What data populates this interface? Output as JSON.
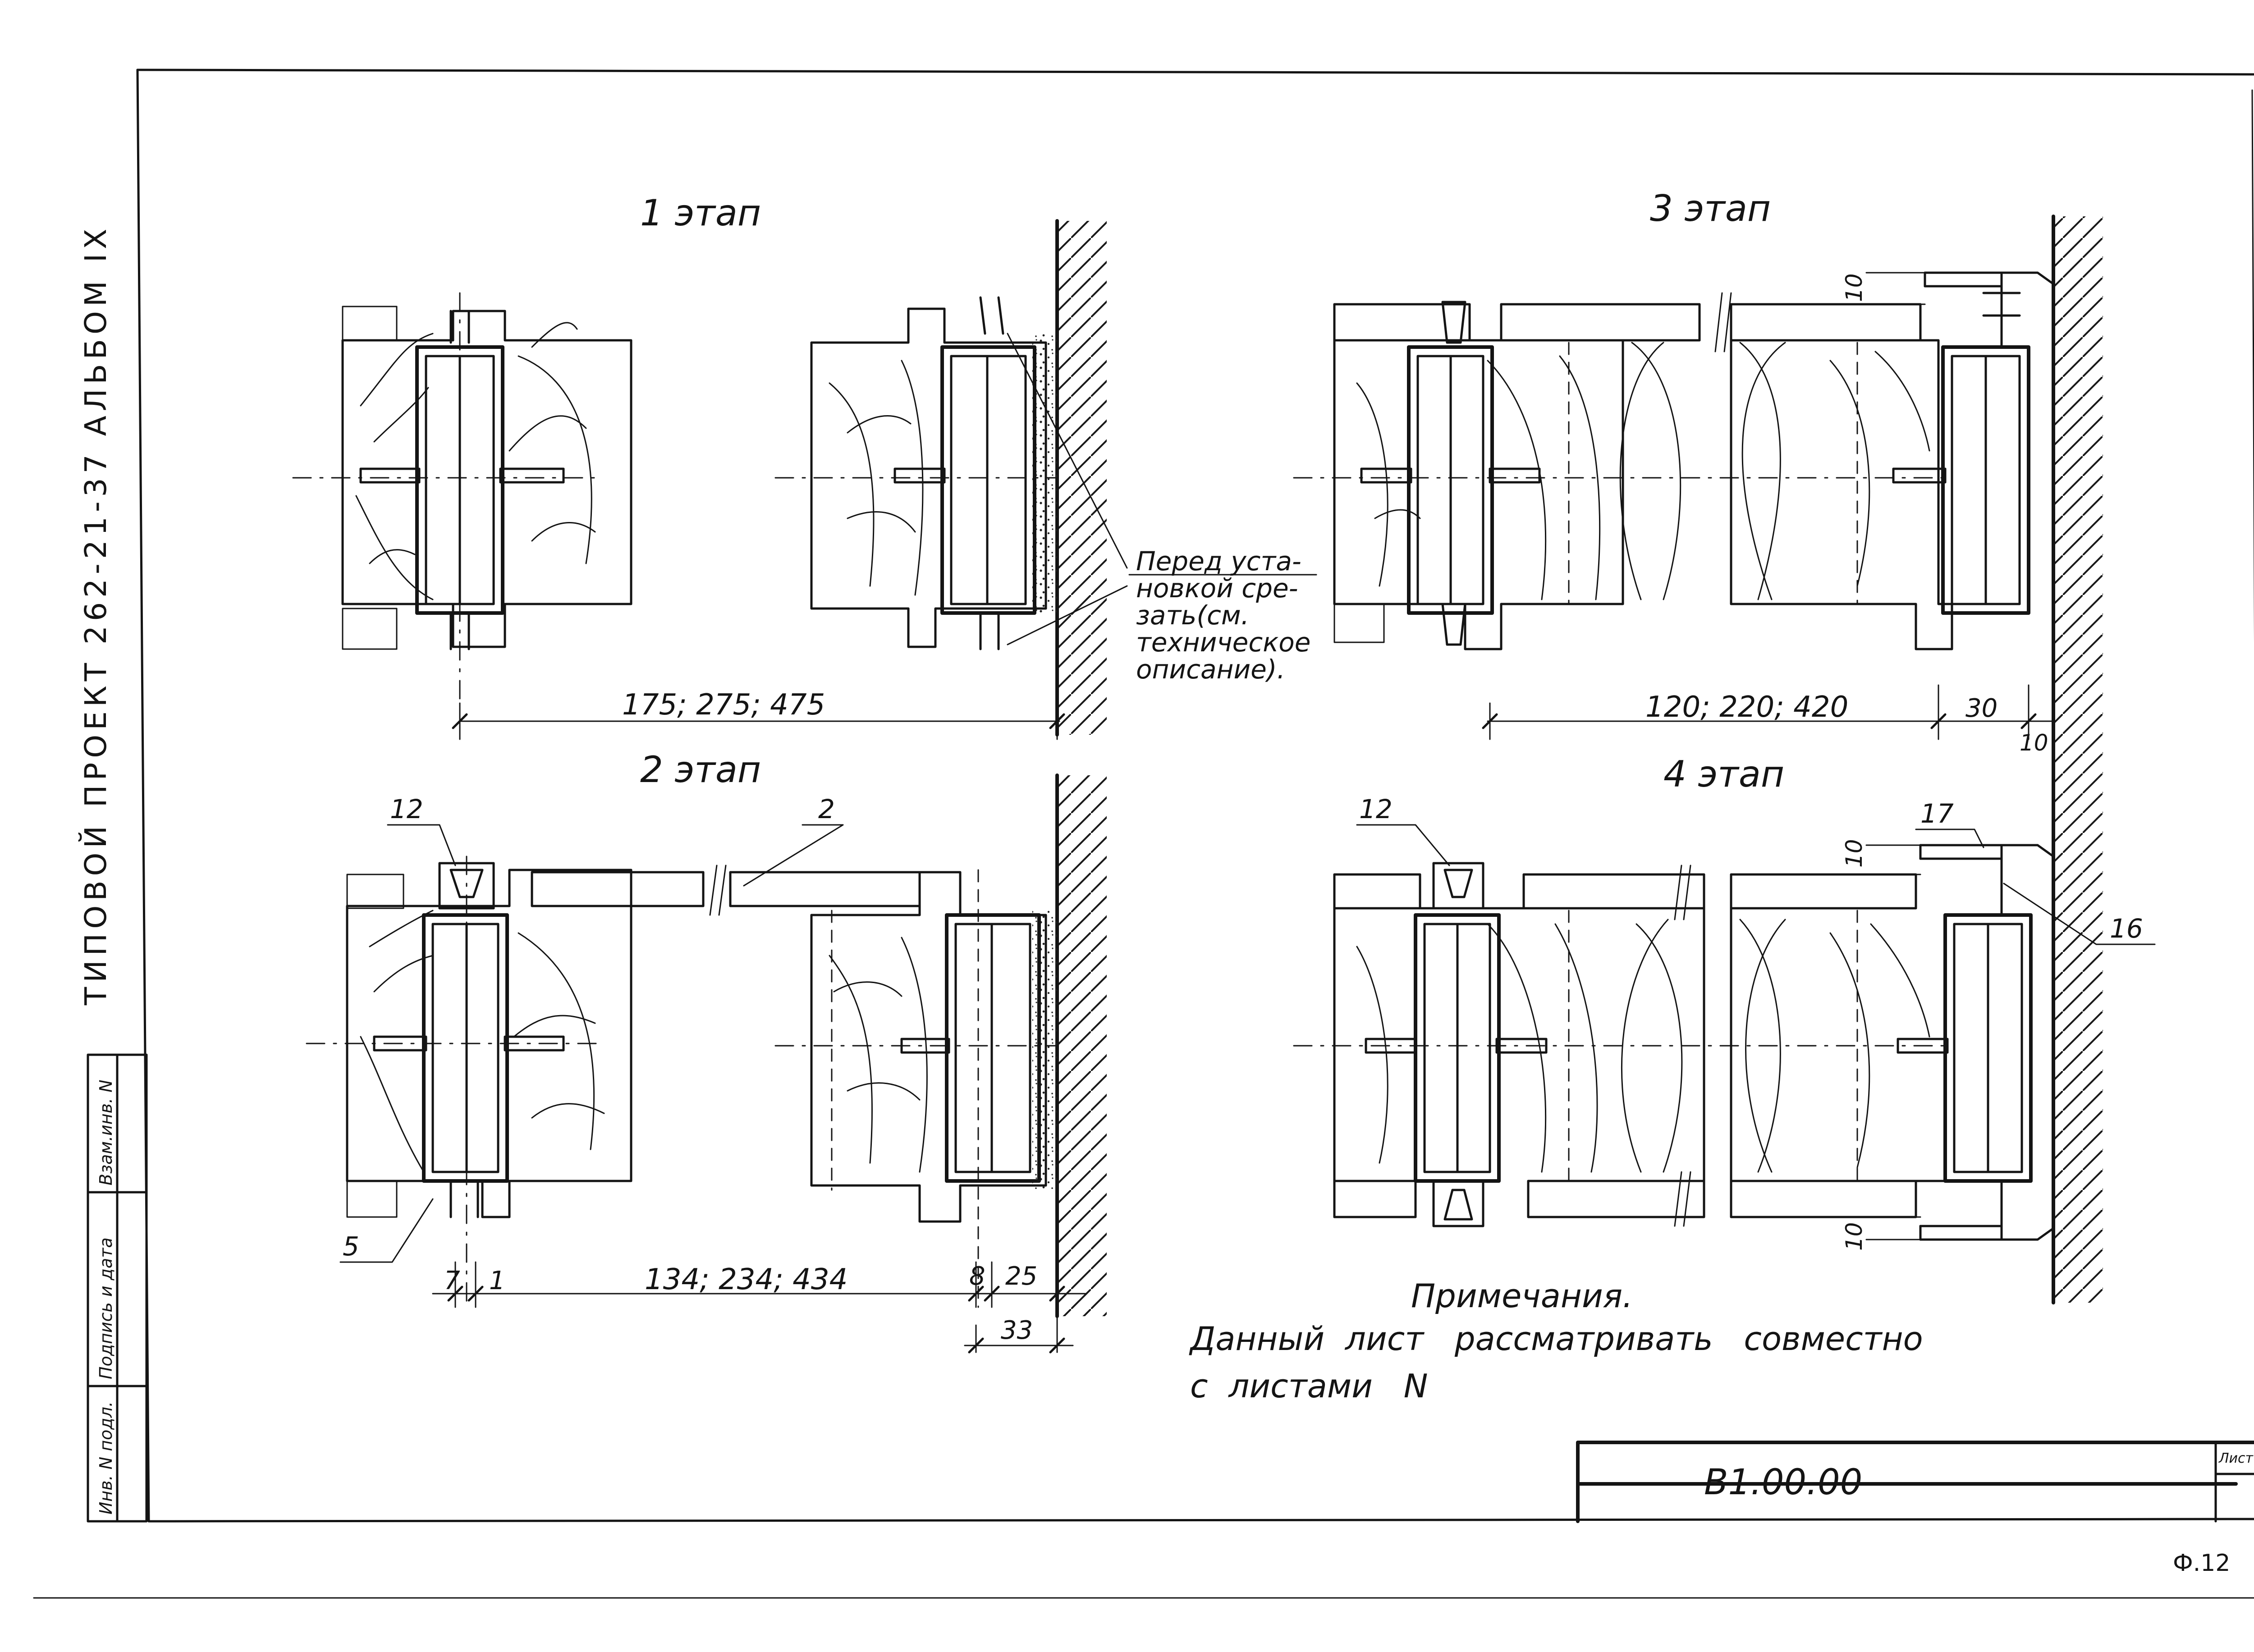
{
  "sidebar": {
    "line1": "ТИПОВОЙ   ПРОЕКТ 262-21-37   АЛЬБОМ IX",
    "stamp": [
      "Инв. N подл.",
      "Подпись и дата",
      "Взам.инв. N"
    ]
  },
  "stages": {
    "s1": "1 этап",
    "s2": "2 этап",
    "s3": "3 этап",
    "s4": "4 этап"
  },
  "callouts": {
    "cut_note": [
      "Перед уста-",
      "новкой сре-",
      "зать(см.",
      "техническое",
      "описание)."
    ],
    "p2": "2",
    "p5": "5",
    "p12a": "12",
    "p12b": "12",
    "p16": "16",
    "p17": "17"
  },
  "dims": {
    "d1": "175; 275; 475",
    "d2": "134; 234; 434",
    "d2_a": "7",
    "d2_b": "1",
    "d2_c": "8",
    "d2_d": "25",
    "d2_e": "33",
    "d3": "120; 220; 420",
    "d3_a": "30",
    "d3_b": "10",
    "d3_c": "10",
    "d4_a": "10",
    "d4_b": "10"
  },
  "notes": {
    "title": "Примечания.",
    "line1": "Данный  лист   рассматривать   совместно",
    "line2": "с  листами   N"
  },
  "titleblock": {
    "code": "В1.00.00",
    "sheet_label": "Лист",
    "format": "Ф.12"
  }
}
